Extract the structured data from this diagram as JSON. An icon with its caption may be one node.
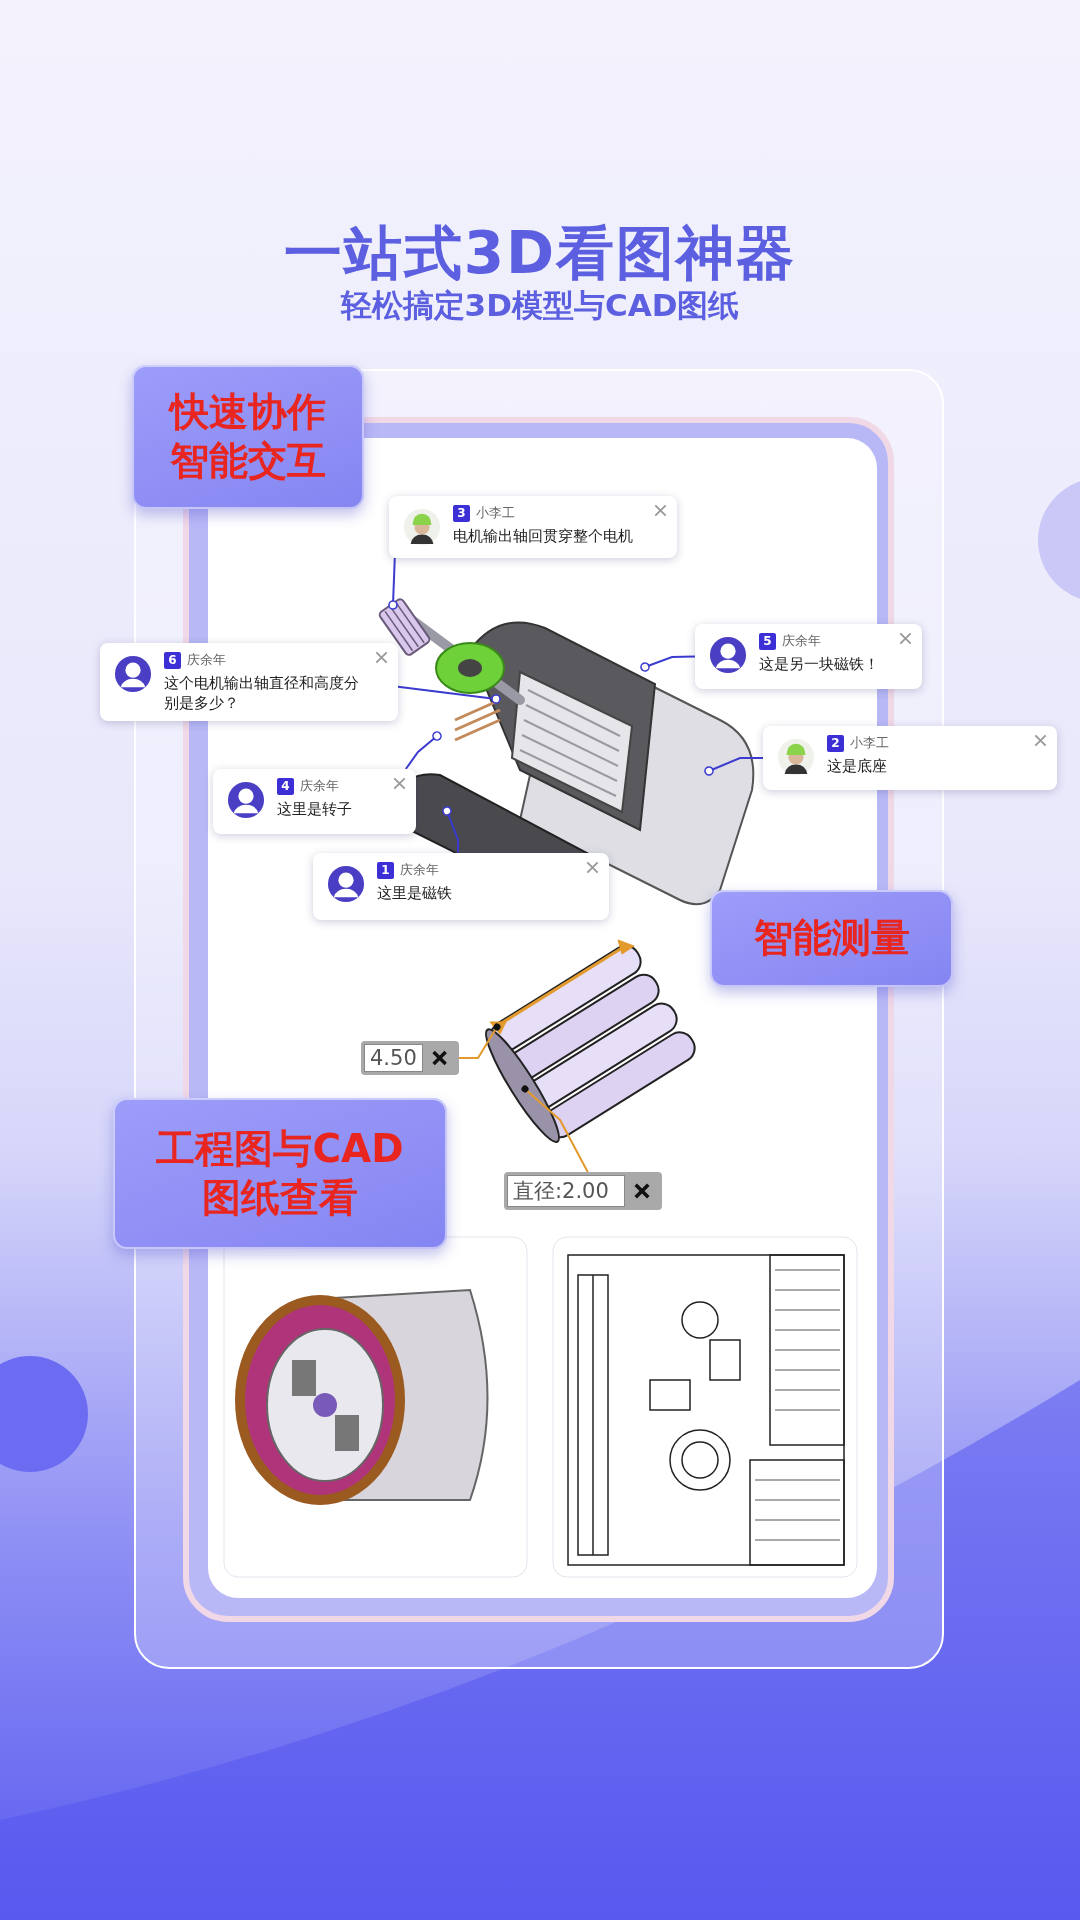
{
  "diagram": {
    "title": "一站式3D看图神器",
    "nodes": [
      {
        "text": [
          "快速协作",
          "智能交互"
        ]
      },
      {
        "text": [
          "3",
          "小李工",
          "电机输出轴回贯穿整个电机"
        ]
      },
      {
        "text": [
          "6",
          "庆余年",
          "这个电机输出轴直径和高度分别是多少？"
        ]
      },
      {
        "text": [
          "5",
          "庆余年",
          "这是另一块磁铁！"
        ]
      },
      {
        "text": [
          "2",
          "小李工",
          "这是底座"
        ]
      },
      {
        "text": [
          "4",
          "庆余年",
          "这里是转子"
        ]
      },
      {
        "text": [
          "1",
          "庆余年",
          "这里是磁铁"
        ]
      },
      {
        "text": [
          "智能测量"
        ]
      },
      {
        "text": [
          "4.50"
        ]
      },
      {
        "text": [
          "工程图与CAD",
          "图纸查看"
        ]
      },
      {
        "text": [
          "直径:2.00"
        ]
      },
      {
        "text": [],
        "shape": "picture"
      },
      {
        "text": [],
        "shape": "picture"
      }
    ],
    "edges": [
      {
        "from": 1,
        "to": 11,
        "arrow": "other"
      },
      {
        "from": 2,
        "to": 11,
        "arrow": "other"
      },
      {
        "from": 3,
        "to": 11,
        "arrow": "other"
      },
      {
        "from": 4,
        "to": 11,
        "arrow": "other"
      },
      {
        "from": 5,
        "to": 11,
        "arrow": "other"
      },
      {
        "from": 6,
        "to": 11,
        "arrow": "other"
      },
      {
        "from": 8,
        "to": 12,
        "arrow": "other",
        "color": "#e39a2c"
      },
      {
        "from": 10,
        "to": 12,
        "arrow": "other",
        "color": "#e39a2c"
      }
    ],
    "labels": [
      "轻松搞定3D模型与CAD图纸"
    ]
  }
}
